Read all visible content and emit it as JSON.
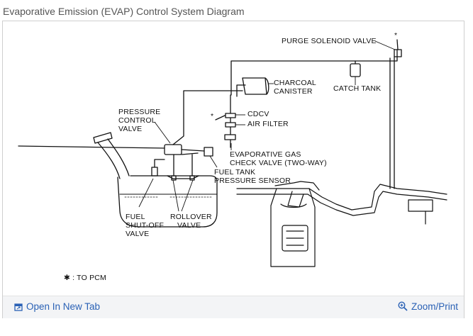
{
  "page": {
    "title": "Evaporative Emission (EVAP) Control System Diagram"
  },
  "diagram": {
    "labels": {
      "purge_solenoid_valve": "PURGE SOLENOID VALVE",
      "asterisk": "*",
      "charcoal_canister_1": "CHARCOAL",
      "charcoal_canister_2": "CANISTER",
      "catch_tank": "CATCH TANK",
      "pressure_control_valve_1": "PRESSURE",
      "pressure_control_valve_2": "CONTROL",
      "pressure_control_valve_3": "VALVE",
      "cdcv": "CDCV",
      "air_filter": "AIR FILTER",
      "evap_check_valve_1": "EVAPORATIVE GAS",
      "evap_check_valve_2": "CHECK VALVE (TWO-WAY)",
      "fuel_tank_pressure_sensor_1": "FUEL TANK",
      "fuel_tank_pressure_sensor_2": "PRESSURE SENSOR",
      "fuel_shutoff_valve_1": "FUEL",
      "fuel_shutoff_valve_2": "SHUT-OFF",
      "fuel_shutoff_valve_3": "VALVE",
      "rollover_valve_1": "ROLLOVER",
      "rollover_valve_2": "VALVE",
      "legend": "✱ : TO PCM"
    }
  },
  "footer": {
    "open_in_new_tab": "Open In New Tab",
    "zoom_print": "Zoom/Print",
    "open_icon": "external-window-icon",
    "zoom_icon": "magnifier-plus-icon"
  }
}
